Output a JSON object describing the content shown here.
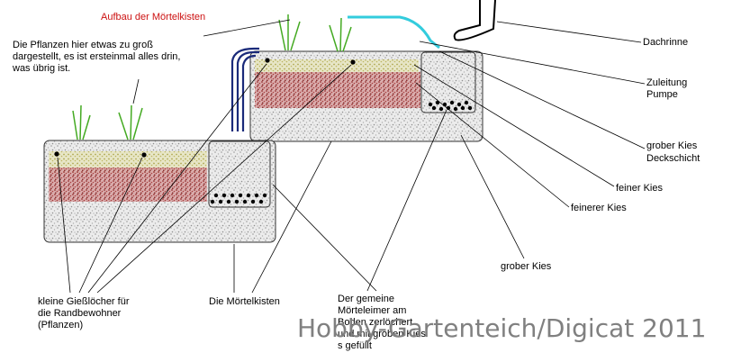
{
  "title": "Aufbau der Mörtelkisten",
  "note": [
    "Die Pflanzen hier etwas zu groß",
    "dargestellt, es ist ersteinmal alles drin,",
    "was übrig ist."
  ],
  "labels": {
    "dachrinne": "Dachrinne",
    "zuleitung": [
      "Zuleitung",
      "Pumpe"
    ],
    "deckschicht": [
      "grober Kies",
      "Deckschicht"
    ],
    "feiner_kies": "feiner Kies",
    "feinerer_kies": "feinerer Kies",
    "grober_kies": "grober Kies",
    "giessloecher": [
      "kleine Gießlöcher für",
      "die Randbewohner",
      "(Pflanzen)"
    ],
    "moertelkisten": "Die Mörtelkisten",
    "moerteleimer": [
      "Der gemeine",
      "Mörteleimer am",
      "Boden zerlöchert",
      "und mit groben Kies",
      "s gefüllt"
    ]
  },
  "watermark": "Hobby-Gartenteich/Digicat 2011",
  "colors": {
    "title": "#cc1111",
    "water_pipe": "#33ccdd",
    "hose": "#1a2a7a",
    "plant": "#44aa22",
    "gravel_grey": "#b4b4b4",
    "gravel_red": "#a03030",
    "gravel_yellow": "#b8b050"
  }
}
